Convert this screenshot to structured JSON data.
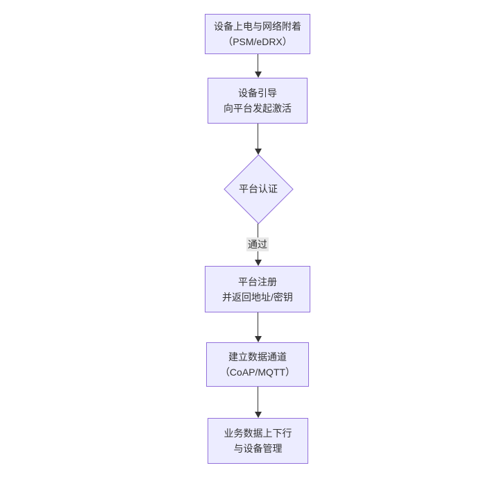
{
  "diagram": {
    "type": "flowchart",
    "direction": "top-down",
    "nodes": [
      {
        "id": "A",
        "shape": "rect",
        "lines": [
          "设备上电与网络附着",
          "（PSM/eDRX）"
        ]
      },
      {
        "id": "B",
        "shape": "rect",
        "lines": [
          "设备引导",
          "向平台发起激活"
        ]
      },
      {
        "id": "C",
        "shape": "diamond",
        "lines": [
          "平台认证"
        ]
      },
      {
        "id": "D",
        "shape": "rect",
        "lines": [
          "平台注册",
          "并返回地址/密钥"
        ]
      },
      {
        "id": "E",
        "shape": "rect",
        "lines": [
          "建立数据通道",
          "（CoAP/MQTT）"
        ]
      },
      {
        "id": "F",
        "shape": "rect",
        "lines": [
          "业务数据上下行",
          "与设备管理"
        ]
      }
    ],
    "edges": [
      {
        "from": "A",
        "to": "B",
        "label": ""
      },
      {
        "from": "B",
        "to": "C",
        "label": ""
      },
      {
        "from": "C",
        "to": "D",
        "label": "通过"
      },
      {
        "from": "D",
        "to": "E",
        "label": ""
      },
      {
        "from": "E",
        "to": "F",
        "label": ""
      }
    ],
    "colors": {
      "node_fill": "#ECECFF",
      "node_border": "#9370DB",
      "edge_stroke": "#333333",
      "edge_label_bg": "#e8e8e8",
      "text": "#333333",
      "background": "#ffffff"
    }
  }
}
